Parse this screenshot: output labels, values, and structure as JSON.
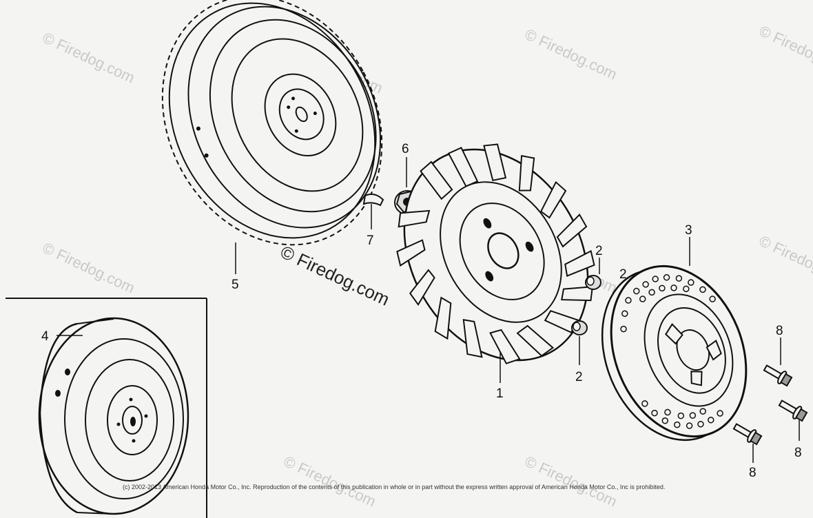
{
  "watermark": {
    "main": "© Firedog.com",
    "tiles": [
      "© Firedog.com"
    ]
  },
  "callouts": {
    "fan": "1",
    "spacer_a": "2",
    "spacer_b": "2",
    "spacer_c": "2",
    "cup": "3",
    "flywheel_alt": "4",
    "flywheel": "5",
    "nut": "6",
    "key": "7",
    "bolt_a": "8",
    "bolt_b": "8",
    "bolt_c": "8"
  },
  "copyright": "(c) 2002-2013 American Honda Motor Co., Inc. Reproduction of the contents of this publication in whole or in part without the express written approval of American Honda Motor Co., Inc is prohibited.",
  "colors": {
    "ink": "#111111",
    "paper": "#f4f4f2",
    "watermark": "#c9c9c9"
  },
  "icons": [
    "flywheel-part",
    "cooling-fan-part",
    "starter-cup-part",
    "flange-bolt-part",
    "flange-nut-part",
    "woodruff-key-part",
    "spacer-part"
  ]
}
